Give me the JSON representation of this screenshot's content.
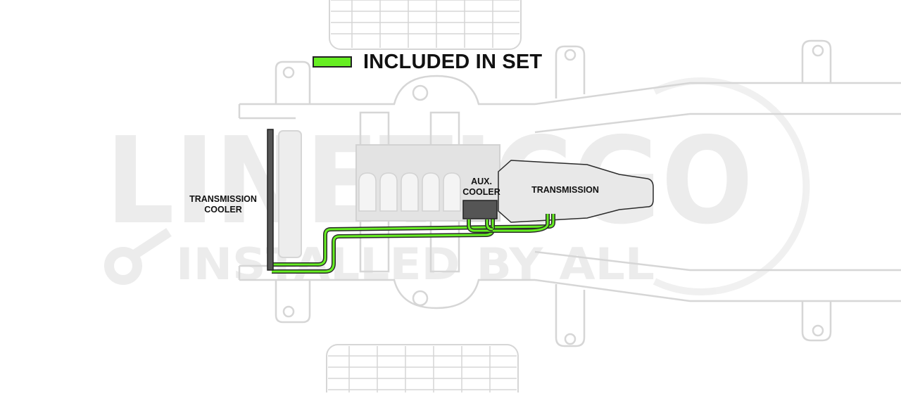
{
  "legend": {
    "label": "INCLUDED IN SET",
    "color": "#66ee22"
  },
  "components": {
    "transmission_cooler": "TRANSMISSION COOLER",
    "aux_cooler": "AUX. COOLER",
    "transmission": "TRANSMISSION"
  },
  "watermark": {
    "brand": "LINETICGO",
    "tagline": "INSTALLED BY ALL"
  },
  "colors": {
    "frame_outline": "#d6d6d6",
    "component_fill": "#e6e6e6",
    "line_set": "#66ee22",
    "line_outline": "#2a2a2a"
  }
}
